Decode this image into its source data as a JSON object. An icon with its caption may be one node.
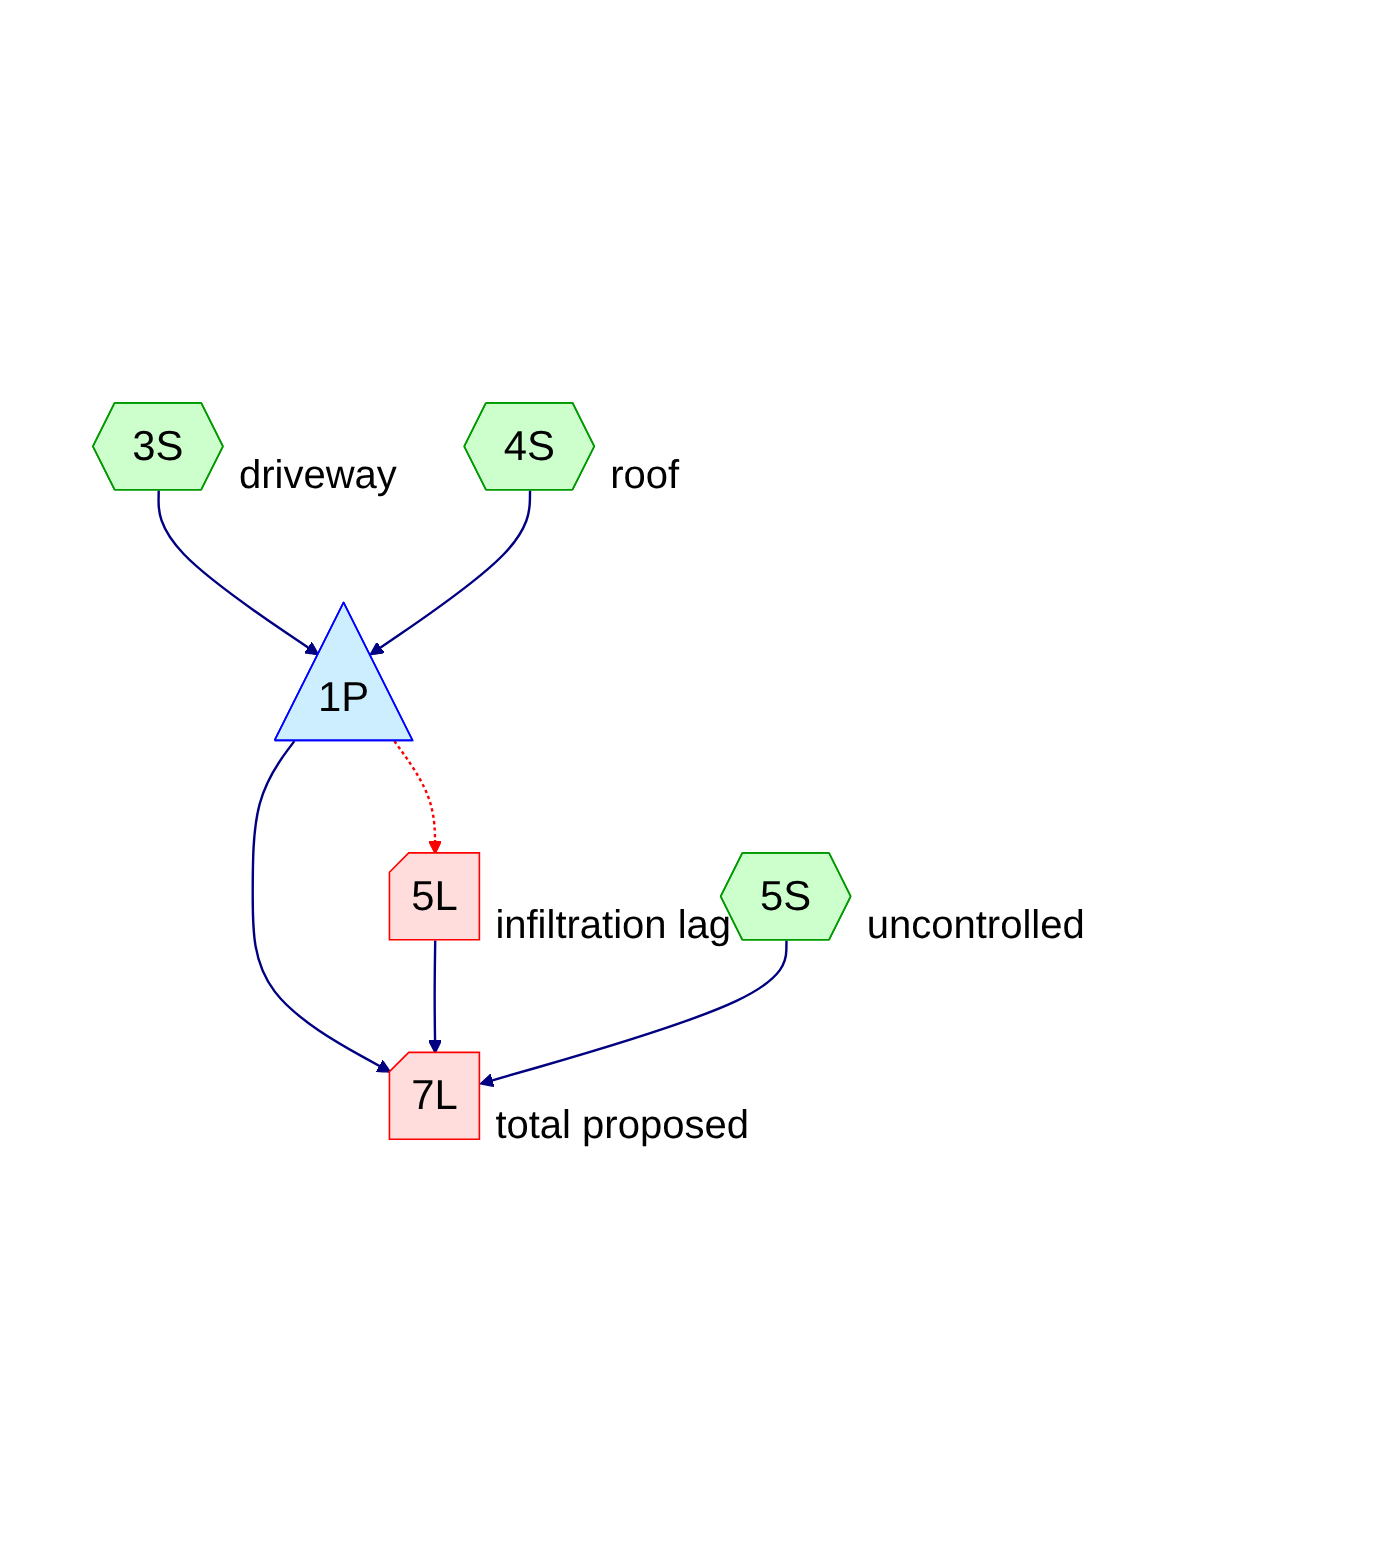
{
  "diagram": {
    "nodes": [
      {
        "text": [
          "3S"
        ],
        "beside": [
          "driveway"
        ]
      },
      {
        "text": [
          "4S"
        ],
        "beside": [
          "roof"
        ]
      },
      {
        "text": [
          "1P"
        ]
      },
      {
        "text": [
          "5L"
        ],
        "beside": [
          "infiltration lag"
        ]
      },
      {
        "text": [
          "7L"
        ],
        "beside": [
          "total proposed"
        ]
      },
      {
        "text": [
          "5S"
        ],
        "beside": [
          "uncontrolled"
        ]
      }
    ],
    "edges": [
      {
        "from": 0,
        "to": 2,
        "arrow": "to"
      },
      {
        "from": 1,
        "to": 2,
        "arrow": "to"
      },
      {
        "from": 2,
        "to": 4,
        "arrow": "to"
      },
      {
        "from": 2,
        "to": 3,
        "arrow": "to",
        "style": "dashed",
        "color": "#ff0000"
      },
      {
        "from": 3,
        "to": 4,
        "arrow": "to"
      },
      {
        "from": 5,
        "to": 4,
        "arrow": "to"
      }
    ]
  }
}
